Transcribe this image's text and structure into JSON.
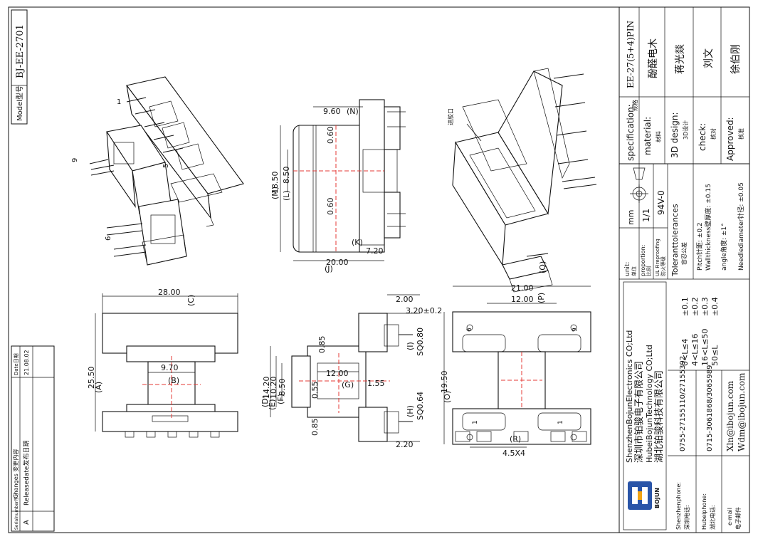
{
  "model": {
    "label": "Model型号",
    "value": "BJ-EE-2701"
  },
  "change_log": {
    "col_serial": "Serialnumber序号",
    "col_changes": "Changes 变更内容",
    "col_date": "Date日期",
    "rows": [
      {
        "serial": "A",
        "change": "Releasedate发布日期",
        "date": "21.08.02"
      }
    ]
  },
  "views": {
    "iso_a": {
      "pins": [
        "1",
        "9",
        "5",
        "6"
      ]
    },
    "top": {
      "dims": {
        "n": "9.60",
        "n_tag": "(N)",
        "top_a": "0.60",
        "h": "18.50",
        "h_tag": "(M)",
        "mid": "8.50",
        "mid_tag": "(L)",
        "bot_a": "0.60",
        "w": "20.00",
        "w_tag": "(J)",
        "k": "7.20",
        "k_tag": "(K)"
      }
    },
    "iso_b": {
      "note": "进胶口"
    },
    "bottom": {
      "dims": {
        "c": "28.00",
        "c_tag": "(C)",
        "a": "25.50",
        "a_tag": "(A)",
        "b": "9.70",
        "b_tag": "(B)"
      }
    },
    "side": {
      "dims": {
        "d1": "0.85",
        "d2": "14.20",
        "d2_tag": "(D)",
        "d3": "10.20",
        "d3_tag": "(E)",
        "d4": "8.50",
        "d4_tag": "(F)",
        "d5": "0.55",
        "d6": "12.00",
        "d6_tag": "(G)",
        "d7": "1.55",
        "d8": "0.85",
        "top1": "2.00",
        "top2": "3.20±0.2",
        "sq1": "SQ0.80",
        "sq1_tag": "(I)",
        "sq2": "SQ0.64",
        "sq2_tag": "(H)",
        "bot": "2.20"
      }
    },
    "pin_view": {
      "dims": {
        "q": "21.00",
        "q_tag": "(Q)",
        "p": "12.00",
        "p_tag": "(P)",
        "o": "19.50",
        "o_tag": "(O)",
        "r": "4.5X4",
        "r_tag": "(R)"
      },
      "pins": [
        "6",
        "9",
        "1",
        "1"
      ]
    }
  },
  "title_block": {
    "specification": {
      "label": "specification:",
      "label_cn": "规格",
      "value": "EE-27(5+4)PIN"
    },
    "material": {
      "label": "material:",
      "label_cn": "材料",
      "value": "酚醛电木"
    },
    "design": {
      "label": "3D design:",
      "label_cn": "3D设计",
      "value": "蒋光燚"
    },
    "check": {
      "label": "check:",
      "label_cn": "核对",
      "value": "刘文"
    },
    "approved": {
      "label": "Approved:",
      "label_cn": "核准",
      "value": "徐伯刚"
    },
    "unit": {
      "label": "unit:",
      "label_cn": "单位",
      "value": "mm"
    },
    "proportion": {
      "label": "proportion:",
      "label_cn": "比例",
      "value": "1/1"
    },
    "fire": {
      "label": "UL Fireproofing",
      "label_cn": "防火等级",
      "value": "94V-0"
    },
    "tol_title": "Toleranttolerances",
    "tol_title_cn": "容忍公差",
    "tolerances_general": [
      "Pitch针距: ±0.2",
      "Wallthickness壁厚度: ±0.15",
      "angle角度: ±1°",
      "Needlediameter针径: ±0.05"
    ],
    "tolerance_ranges": [
      {
        "range": "0<L≤4",
        "value": "±0.1"
      },
      {
        "range": "4<L≤16",
        "value": "±0.2"
      },
      {
        "range": "16<L≤50",
        "value": "±0.3"
      },
      {
        "range": "50≤L",
        "value": "±0.4"
      }
    ],
    "company": [
      "ShenzhenBojunElectronics CO;Ltd",
      "深圳市铂骏电子有限公司",
      "HubeiBojunTechnology CO;Ltd",
      "湖北铂骏科技有限公司"
    ],
    "logo": "BOJUN",
    "phones": [
      {
        "label": "Shenzhenphone:",
        "label_cn": "深圳电话:",
        "value": "0755-27155110/27155392"
      },
      {
        "label": "Hubeiphone:",
        "label_cn": "湖北电话:",
        "value": "0715-3061868/3065989"
      }
    ],
    "email": {
      "label": "e-mail",
      "label_cn": "电子邮件",
      "values": [
        "Xln@ibojun.com",
        "Wdm@ibojun.com"
      ]
    }
  }
}
